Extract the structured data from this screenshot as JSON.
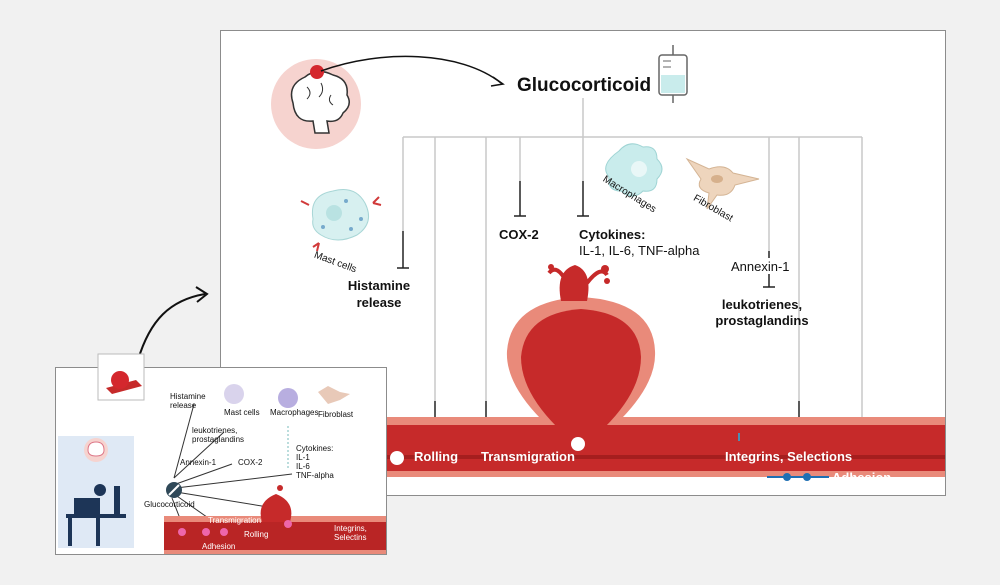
{
  "main": {
    "title": "Glucocorticoid",
    "mast_cells": "Mast cells",
    "histamine": "Histamine release",
    "cox2": "COX-2",
    "cytokines_title": "Cytokines:",
    "cytokines_list": "IL-1, IL-6, TNF-alpha",
    "macrophages": "Macrophages",
    "fibroblast": "Fibroblast",
    "annexin": "Annexin-1",
    "leuko_line1": "leukotrienes,",
    "leuko_line2": "prostaglandins",
    "rolling": "Rolling",
    "transmigration": "Transmigration",
    "integrins": "Integrins, Selections",
    "adhesion": "Adhesion"
  },
  "inset": {
    "histamine": "Histamine release",
    "mast_cells": "Mast cells",
    "macrophages": "Macrophages",
    "fibroblast": "Fibroblast",
    "leukotrienes": "leukotrienes, prostaglandins",
    "annexin": "Annexin-1",
    "cox2": "COX-2",
    "cytokines": [
      "Cytokines:",
      "IL-1",
      "IL-6",
      "TNF-alpha"
    ],
    "glucocorticoid": "Glucocorticoid",
    "transmigration": "Transmigration",
    "rolling": "Rolling",
    "integrins": "Integrins, Selectins",
    "adhesion": "Adhesion"
  },
  "colors": {
    "vessel": "#c62a2a",
    "vessel_wall": "#e98a7a",
    "brain_bg": "#f6d3cf",
    "macrophage": "#c9ecec",
    "fibroblast": "#eed5bd"
  }
}
